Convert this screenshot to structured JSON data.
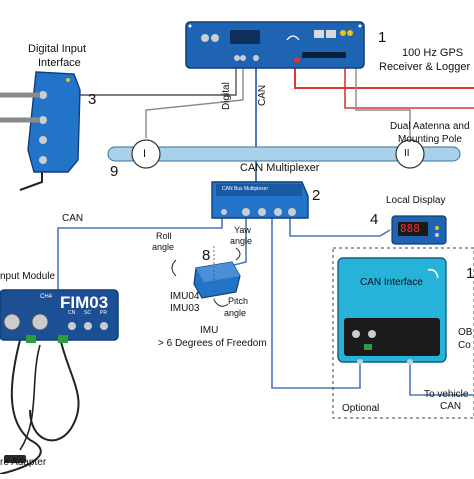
{
  "labels": {
    "n1": "1",
    "gps": "100 Hz GPS",
    "receiver_logger": "Receiver & Logger",
    "digital_input_interface_line1": "Digital Input",
    "digital_input_interface_line2": "Interface",
    "n3": "3",
    "digital": "Digital",
    "can_vertical": "CAN",
    "antenna_line1": "Dual Aatenna and",
    "antenna_line2": "Mounting Pole",
    "n9": "9",
    "antenna_left": "I",
    "antenna_right": "II",
    "can_multiplexer": "CAN Multiplexer",
    "n2": "2",
    "mux_device_text": "CAN Bus Multiplexer",
    "n4": "4",
    "local_display": "Local Display",
    "display_value": "888",
    "can_left": "CAN",
    "roll_angle_line1": "Roll",
    "roll_angle_line2": "angle",
    "yaw_angle_line1": "Yaw",
    "yaw_angle_line2": "angle",
    "n8": "8",
    "input_module": "nput Module",
    "ch4": "CH4",
    "fim03": "FIM03",
    "cn": "CN",
    "sc": "SC",
    "pr": "PR",
    "imu04": "IMU04",
    "imu03": "IMU03",
    "pitch_angle_line1": "Pitch",
    "pitch_angle_line2": "angle",
    "imu": "IMU",
    "dof": "> 6 Degrees of Freedom",
    "can_interface": "CAN Interface",
    "n_right": "1",
    "obd_line1": "OB",
    "obd_line2": "Co",
    "optional": "Optional",
    "to_vehicle_line1": "To vehicle",
    "to_vehicle_line2": "CAN",
    "adapter": "re Adapter"
  },
  "colors": {
    "device_blue": "#1f63b3",
    "device_dark": "#123f78",
    "cable_blue": "#4a78b5",
    "cable_red": "#e0342c",
    "cable_grey": "#8a8a8a",
    "pole_blue": "#a9d2ea",
    "display_red": "#ff2a2a",
    "connector_grey": "#c9ccd1",
    "can_interface_cyan": "#27b2d9",
    "fim_panel": "#1c4f93"
  }
}
